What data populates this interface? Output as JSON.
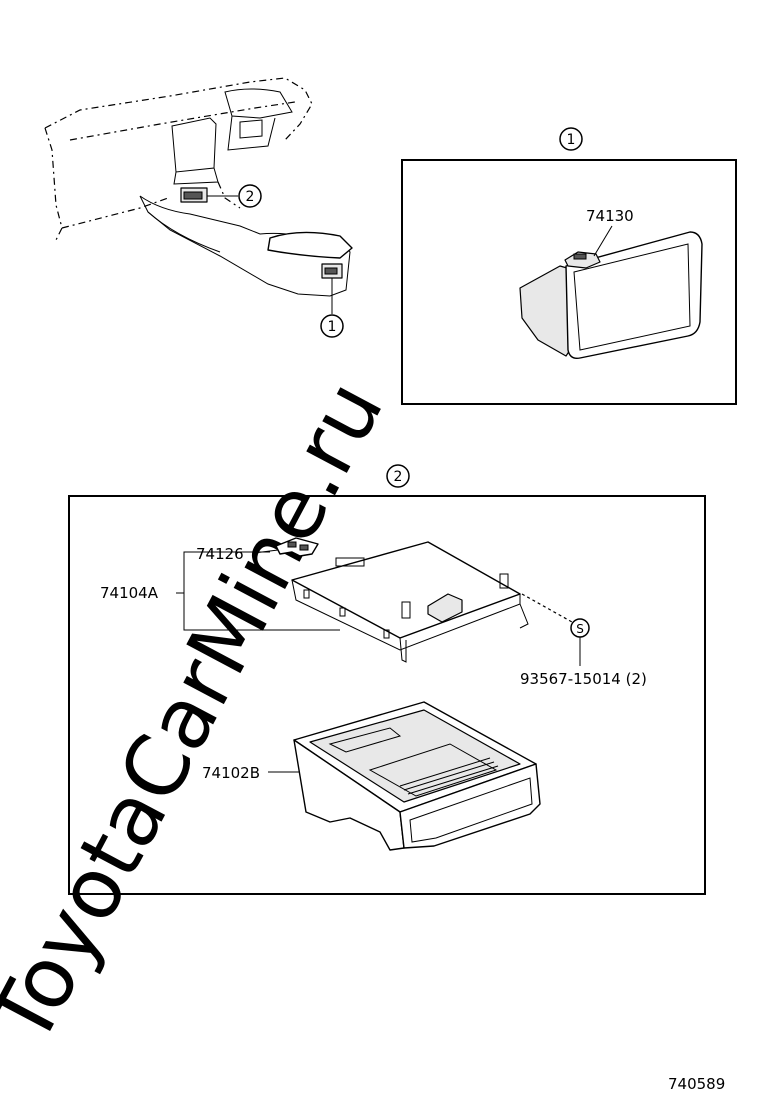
{
  "watermark": "ToyotaCarMine.ru",
  "figure_id": "740589",
  "callouts": {
    "c1": "1",
    "c2": "2"
  },
  "parts": {
    "ash_receptacle": "74130",
    "bracket_clip": "74126",
    "assembly": "74104A",
    "screw": "93567-15014 (2)",
    "screw_symbol": "S",
    "box": "74102B"
  }
}
